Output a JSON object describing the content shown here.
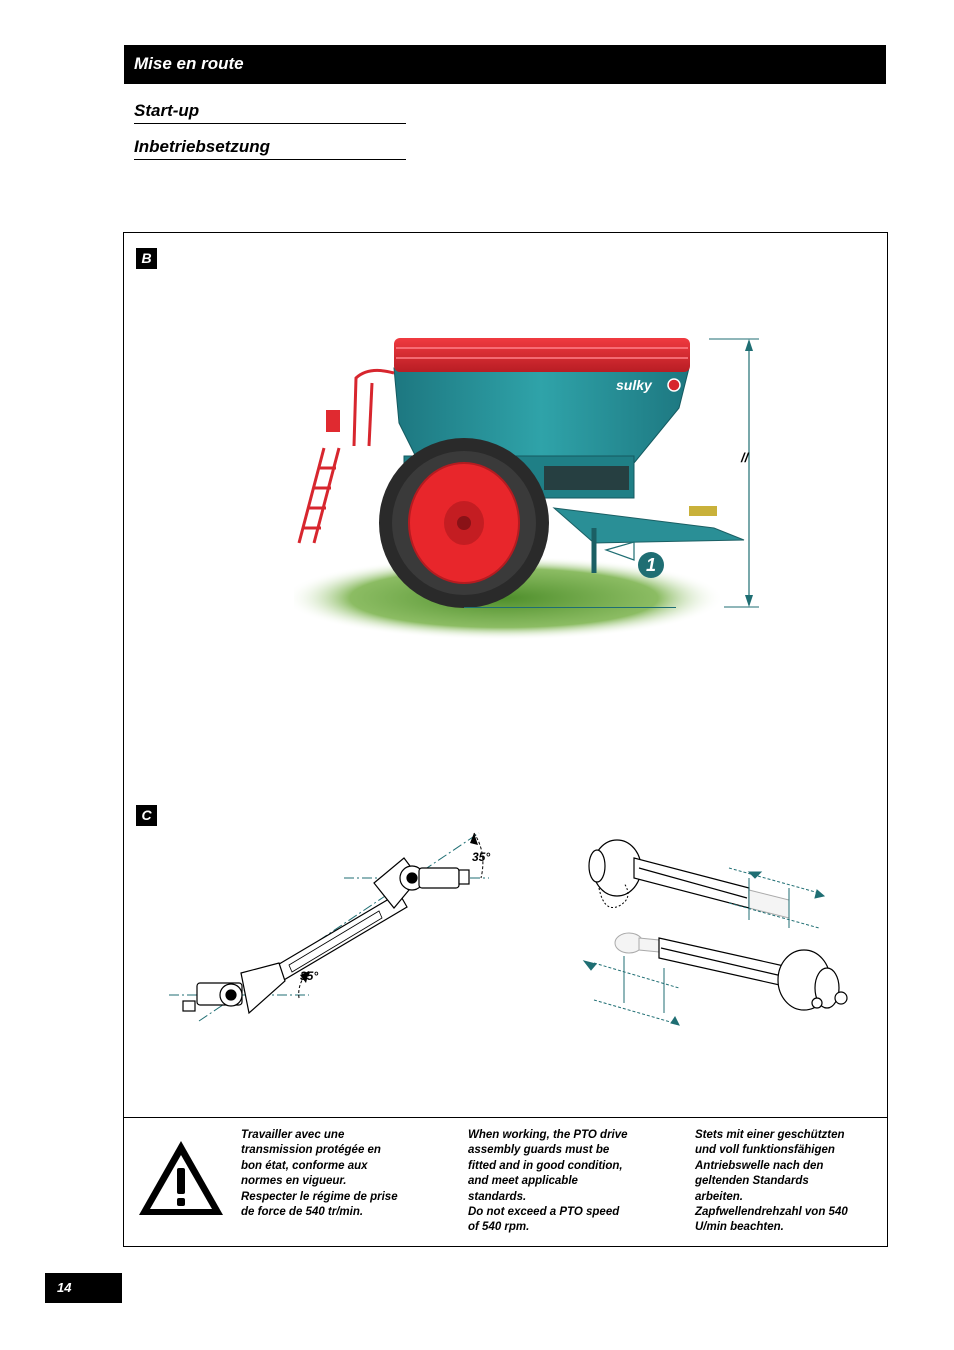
{
  "header": {
    "title": "Mise en route"
  },
  "subtitles": [
    "Start-up",
    "Inbetriebsetzung"
  ],
  "section_b": {
    "label": "B",
    "brand_logo": "sulky",
    "height_marker": "//",
    "callout_number": "1",
    "colors": {
      "hopper": "#2a8f96",
      "cover": "#d7262e",
      "wheel": "#e8262b",
      "tyre": "#2a2a2a",
      "grass": "#5f9d3a",
      "dimension": "#1f6e73"
    }
  },
  "section_c": {
    "label": "C",
    "angle_top": "35°",
    "angle_bottom": "35°"
  },
  "warning": {
    "icon": "warning-triangle-icon",
    "fr": "Travailler avec une\ntransmission protégée en\nbon état, conforme aux\nnormes en vigueur.\nRespecter le régime de prise\nde force de 540 tr/min.",
    "en": "When working, the PTO drive\nassembly guards must be\nfitted and in good condition,\nand meet applicable\nstandards.\nDo not exceed a PTO speed\nof 540 rpm.",
    "de": "Stets mit einer geschützten\nund voll funktionsfähigen\nAntriebswelle nach den\ngeltenden Standards\narbeiten.\nZapfwellendrehzahl von 540\nU/min beachten."
  },
  "page_number": "14"
}
